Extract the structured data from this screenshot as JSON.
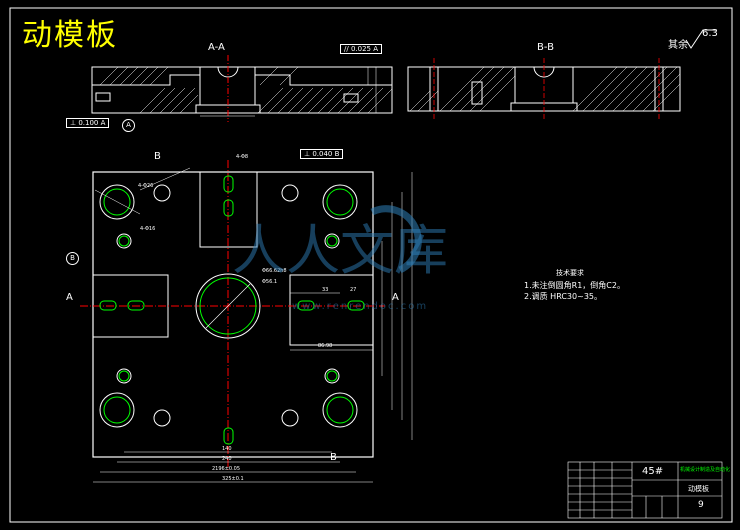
{
  "title": "动模板",
  "views": {
    "section_aa": "A-A",
    "section_bb": "B-B"
  },
  "roughness": {
    "label": "其余",
    "value": "6.3"
  },
  "tolerances": {
    "parallel_top": "0.025",
    "parallel_top_ref": "A",
    "flatness_left": "0.100",
    "flatness_left_ref": "A",
    "perp_main": "0.040",
    "perp_main_ref": "B",
    "datum_a": "A",
    "datum_b": "B"
  },
  "section_marks": {
    "b_top": "B",
    "b_bottom": "B",
    "a_left": "A",
    "a_right": "A",
    "datum_b_left": "B"
  },
  "tech_req": {
    "heading": "技术要求",
    "line1": "1.未注倒圆角R1，倒角C2。",
    "line2": "2.调质 HRC30~35。"
  },
  "title_block": {
    "material": "45#",
    "part_name": "动模板",
    "school": "机械设计制造及自动化",
    "sheet": "9"
  },
  "watermark": {
    "text": "人人文库",
    "url": "www.renrendoc.com"
  },
  "icons": {
    "datum": "datum-circle-icon",
    "roughness": "roughness-symbol-icon"
  }
}
